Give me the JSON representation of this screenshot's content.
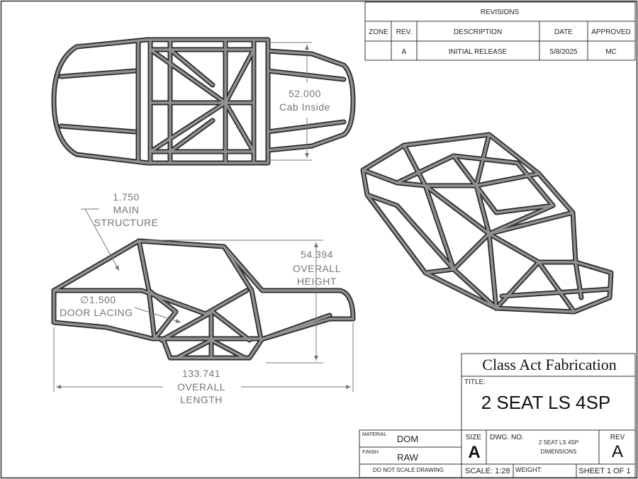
{
  "revisions": {
    "heading": "REVISIONS",
    "columns": [
      "ZONE",
      "REV.",
      "DESCRIPTION",
      "DATE",
      "APPROVED"
    ],
    "rows": [
      {
        "zone": "",
        "rev": "A",
        "description": "INITIAL RELEASE",
        "date": "5/8/2025",
        "approved": "MC"
      }
    ]
  },
  "dimensions": {
    "cab_inside": {
      "value": "52.000",
      "label": "Cab Inside"
    },
    "main_structure": {
      "value": "1.750",
      "line1": "MAIN",
      "line2": "STRUCTURE"
    },
    "overall_height": {
      "value": "54.394",
      "line1": "OVERALL",
      "line2": "HEIGHT"
    },
    "door_lacing": {
      "symbol": "∅",
      "value": "1.500",
      "label": "DOOR LACING"
    },
    "overall_length": {
      "value": "133.741",
      "line1": "OVERALL",
      "line2": "LENGTH"
    }
  },
  "title_block": {
    "company": "Class Act Fabrication",
    "title_label": "TITLE:",
    "title": "2 SEAT LS 4SP",
    "material_label": "MATERIAL",
    "material": "DOM",
    "finish_label": "FINISH",
    "finish": "RAW",
    "note": "DO NOT SCALE DRAWING",
    "size_label": "SIZE",
    "size": "A",
    "dwg_no_label": "DWG.  NO.",
    "dwg_no_line1": "2 SEAT LS 4SP",
    "dwg_no_line2": "DIMENSIONS",
    "rev_label": "REV",
    "rev": "A",
    "scale": "SCALE: 1:28",
    "weight": "WEIGHT:",
    "sheet": "SHEET 1 OF 1"
  }
}
